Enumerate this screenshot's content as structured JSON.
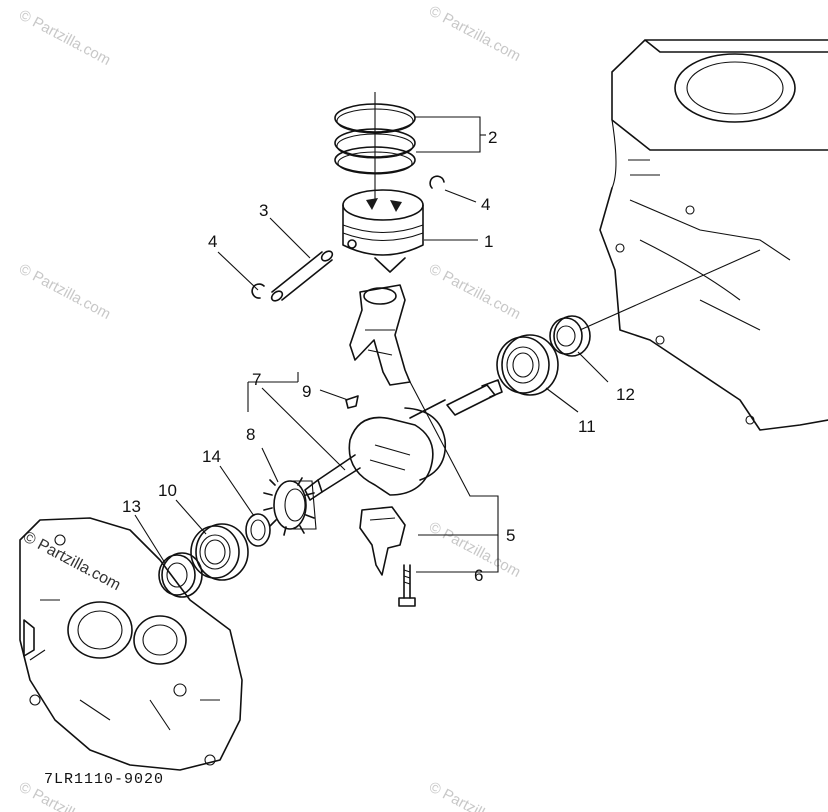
{
  "diagram": {
    "diagram_code": "7LR1110-9020",
    "callouts": [
      {
        "id": "c1",
        "label": "1"
      },
      {
        "id": "c2",
        "label": "2"
      },
      {
        "id": "c3",
        "label": "3"
      },
      {
        "id": "c4a",
        "label": "4"
      },
      {
        "id": "c4b",
        "label": "4"
      },
      {
        "id": "c5",
        "label": "5"
      },
      {
        "id": "c6",
        "label": "6"
      },
      {
        "id": "c7",
        "label": "7"
      },
      {
        "id": "c8",
        "label": "8"
      },
      {
        "id": "c9",
        "label": "9"
      },
      {
        "id": "c10",
        "label": "10"
      },
      {
        "id": "c11",
        "label": "11"
      },
      {
        "id": "c12",
        "label": "12"
      },
      {
        "id": "c13",
        "label": "13"
      },
      {
        "id": "c14",
        "label": "14"
      }
    ]
  },
  "watermarks": {
    "text": "© Partzilla.com",
    "feature_text": "© Partzilla.com"
  },
  "colors": {
    "ink": "#111111",
    "watermark": "#c8c8c8"
  }
}
